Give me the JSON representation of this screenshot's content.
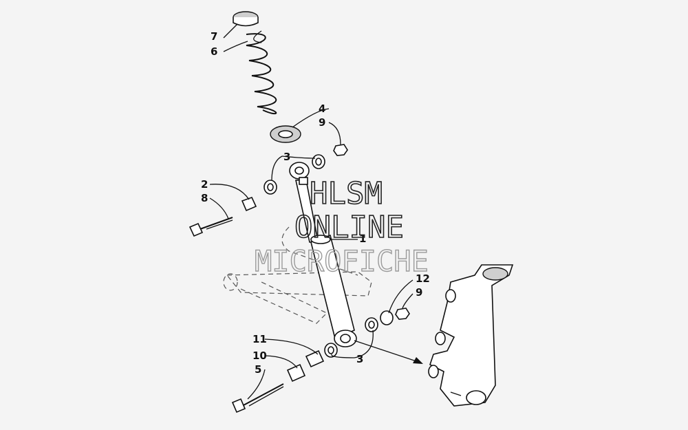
{
  "callouts": {
    "c7": "7",
    "c6": "6",
    "c4": "4",
    "c9a": "9",
    "c3a": "3",
    "c2": "2",
    "c8": "8",
    "c1": "1",
    "c12": "12",
    "c9b": "9",
    "c11": "11",
    "c10": "10",
    "c5": "5",
    "c3b": "3"
  },
  "watermark": {
    "line1": "HLSM",
    "line2": "ONLINE",
    "line3": "MICROFICHE"
  }
}
